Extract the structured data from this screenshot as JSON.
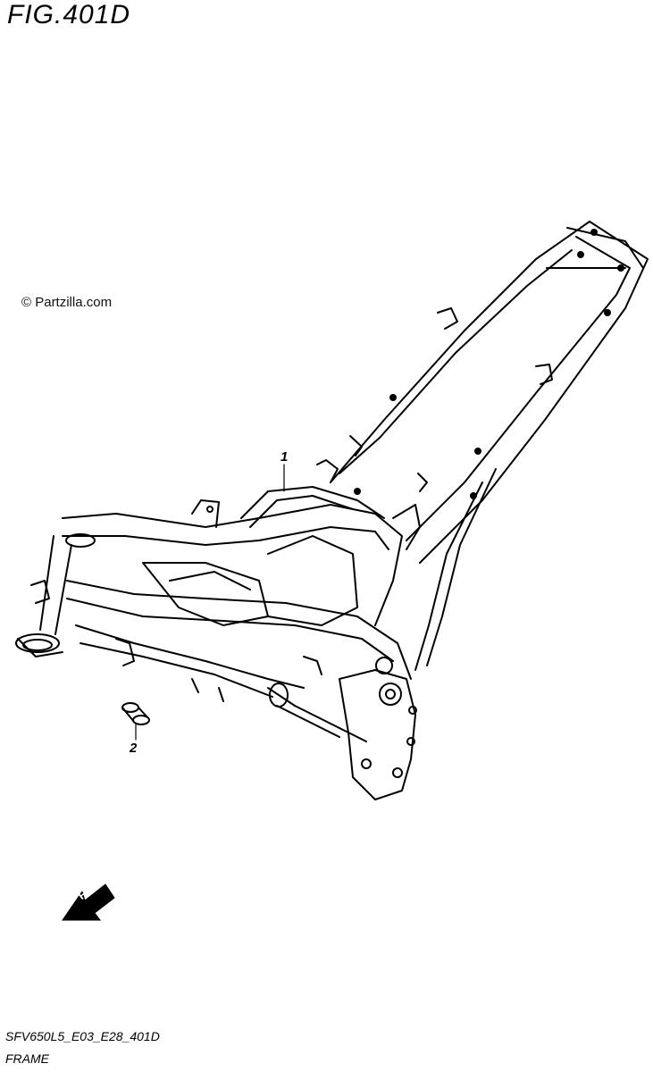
{
  "header": {
    "figure": "FIG.401D"
  },
  "watermark": {
    "text": "© Partzilla.com"
  },
  "callouts": [
    {
      "number": "1",
      "part": "frame"
    },
    {
      "number": "2",
      "part": "spacer"
    }
  ],
  "direction_marker": {
    "text": "FWD",
    "icon": "forward-arrow-icon"
  },
  "footer": {
    "code": "SFV650L5_E03_E28_401D",
    "name": "FRAME"
  },
  "colors": {
    "line": "#000000",
    "background": "#ffffff"
  }
}
